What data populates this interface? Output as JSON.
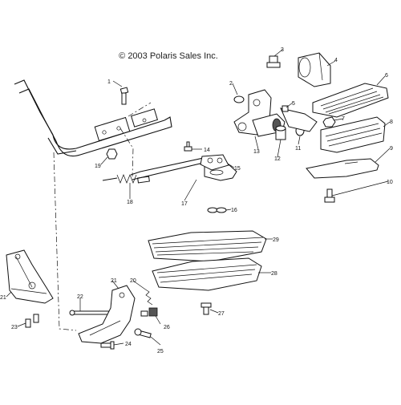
{
  "copyright": "© 2003 Polaris Sales Inc.",
  "callouts": [
    "1",
    "2",
    "3",
    "4",
    "5",
    "6",
    "7",
    "8",
    "9",
    "10",
    "11",
    "12",
    "13",
    "14",
    "15",
    "16",
    "17",
    "18",
    "19",
    "20",
    "21",
    "21",
    "22",
    "23",
    "24",
    "25",
    "26",
    "27",
    "28",
    "29"
  ]
}
